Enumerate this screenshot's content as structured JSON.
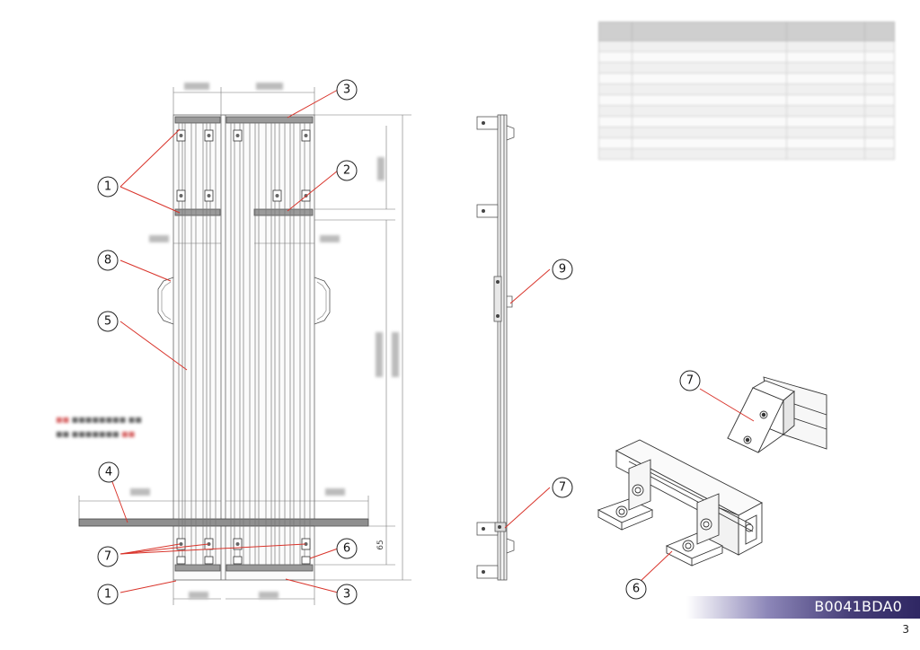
{
  "document": {
    "code": "B0041BDA0",
    "page_number": "3"
  },
  "front_view": {
    "visible_dimension": "65"
  },
  "callouts": {
    "front_1_top": "1",
    "front_3_top": "3",
    "front_2": "2",
    "front_8": "8",
    "front_5": "5",
    "front_4": "4",
    "front_7": "7",
    "front_6": "6",
    "front_1_bottom": "1",
    "front_3_bottom": "3",
    "side_9": "9",
    "side_7": "7",
    "detail_7": "7",
    "detail_6": "6"
  },
  "colors": {
    "leader": "#d9342b",
    "line": "#555555",
    "band": "#2f2763"
  }
}
